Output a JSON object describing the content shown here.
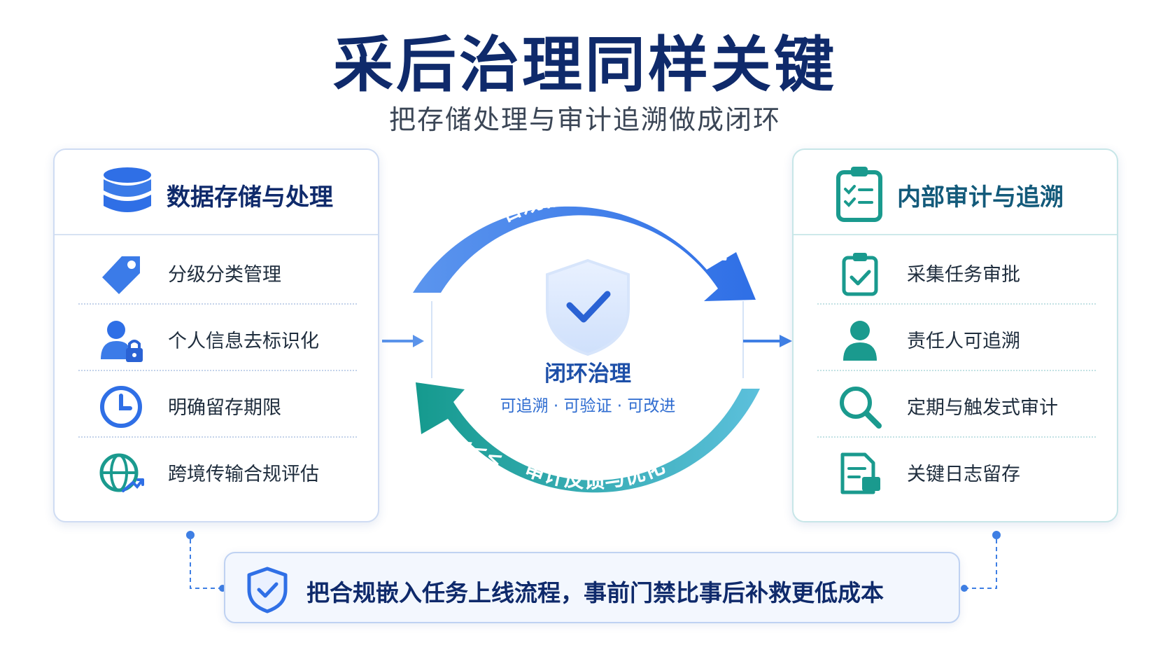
{
  "header": {
    "title": "采后治理同样关键",
    "subtitle": "把存储处理与审计追溯做成闭环"
  },
  "left_panel": {
    "title": "数据存储与处理",
    "items": [
      {
        "label": "分级分类管理",
        "icon": "tag-icon"
      },
      {
        "label": "个人信息去标识化",
        "icon": "user-lock-icon"
      },
      {
        "label": "明确留存期限",
        "icon": "clock-icon"
      },
      {
        "label": "跨境传输合规评估",
        "icon": "globe-arrow-icon"
      }
    ]
  },
  "right_panel": {
    "title": "内部审计与追溯",
    "items": [
      {
        "label": "采集任务审批",
        "icon": "clipboard-check-icon"
      },
      {
        "label": "责任人可追溯",
        "icon": "person-icon"
      },
      {
        "label": "定期与触发式审计",
        "icon": "magnifier-icon"
      },
      {
        "label": "关键日志留存",
        "icon": "log-document-icon"
      }
    ]
  },
  "center": {
    "top_arc_label": "合规存储与处理",
    "bottom_arc_label": "审计反馈与优化",
    "title": "闭环治理",
    "subtitle": "可追溯 · 可验证 · 可改进"
  },
  "bottom": {
    "text": "把合规嵌入任务上线流程，事前门禁比事后补救更低成本"
  },
  "colors": {
    "navy": "#0f2a6b",
    "blue": "#2d6bd0",
    "teal": "#1aa3a3"
  }
}
